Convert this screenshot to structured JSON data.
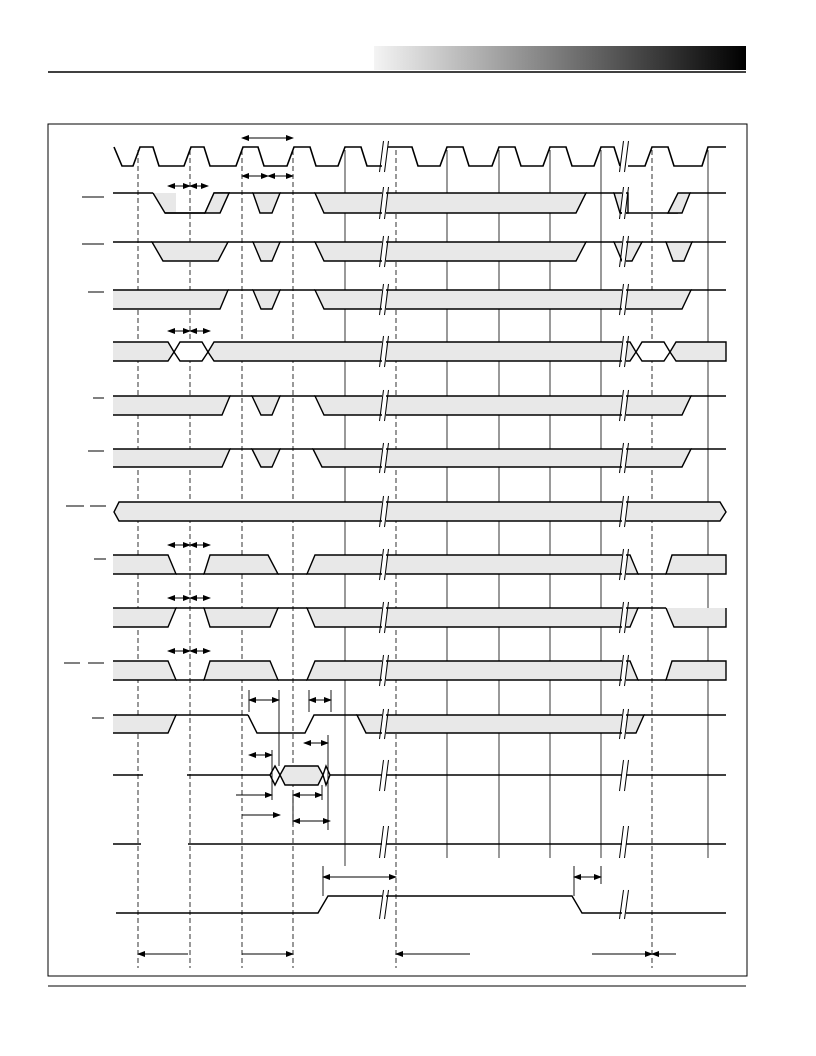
{
  "header": {
    "gradient_start": "#f4f4f4",
    "gradient_end": "#000000"
  },
  "diagram": {
    "type": "timing-diagram",
    "signal_fill": "#e8e8e8",
    "line_color": "#000000",
    "signal_rows": 14,
    "clock_cycles": 12,
    "break_marks": true
  }
}
